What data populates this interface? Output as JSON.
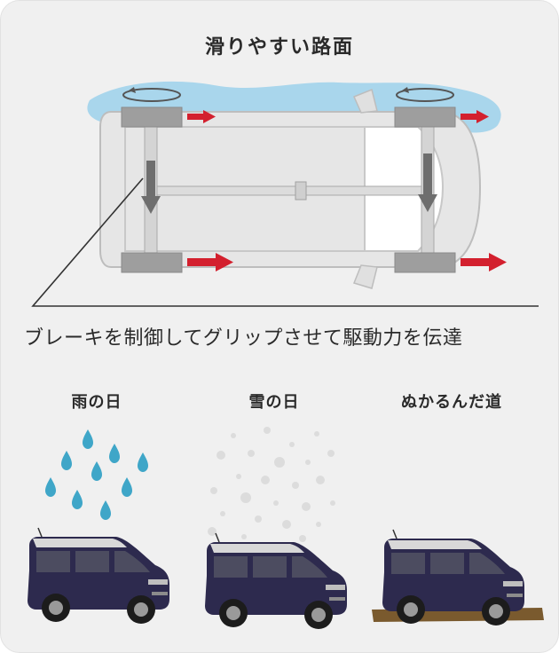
{
  "title": "滑りやすい路面",
  "caption": "ブレーキを制御してグリップさせて駆動力を伝達",
  "conditions": [
    {
      "label": "雨の日"
    },
    {
      "label": "雪の日"
    },
    {
      "label": "ぬかるんだ道"
    }
  ],
  "colors": {
    "background": "#f0f0f0",
    "water": "#a9d6ec",
    "arrow": "#d3202e",
    "car_body": "#2d2a4e",
    "car_roof": "#d8d8d8",
    "mud": "#7a5a2e"
  },
  "icons": [
    "rotation-arrow-icon",
    "force-arrow-icon",
    "brake-arrow-icon",
    "raindrop-icon",
    "snowflake-icon"
  ]
}
